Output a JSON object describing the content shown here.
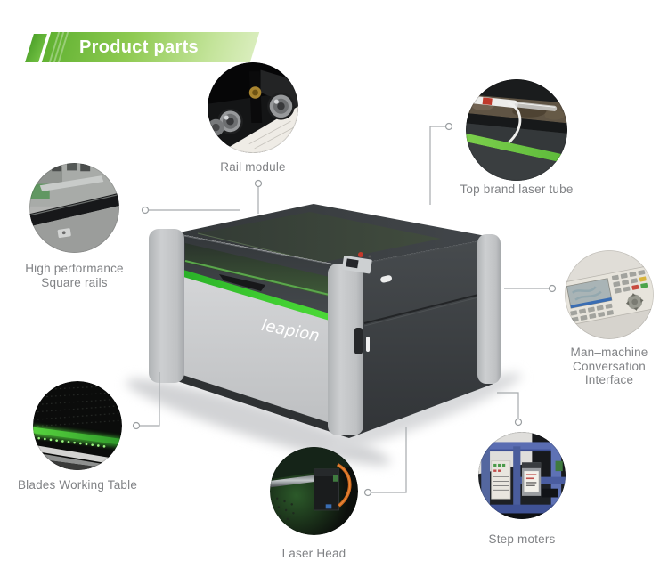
{
  "header": {
    "title": "Product parts",
    "banner_green_dark": "#61b232",
    "banner_green_light": "#d9edbc"
  },
  "machine": {
    "brand": "leapion",
    "stripe_green": "#3ecb31",
    "body_dark": "#3a3e40",
    "body_light": "#cfd1d3"
  },
  "connector_color": "#a6aaad",
  "callouts": [
    {
      "id": "rail-module",
      "label": "Rail module"
    },
    {
      "id": "laser-tube",
      "label": "Top brand laser tube"
    },
    {
      "id": "square-rails",
      "label": "High performance\nSquare rails"
    },
    {
      "id": "hmi",
      "label": "Man–machine\nConversation\nInterface"
    },
    {
      "id": "working-table",
      "label": "Blades Working Table"
    },
    {
      "id": "laser-head",
      "label": "Laser Head"
    },
    {
      "id": "step-motors",
      "label": "Step moters"
    }
  ]
}
